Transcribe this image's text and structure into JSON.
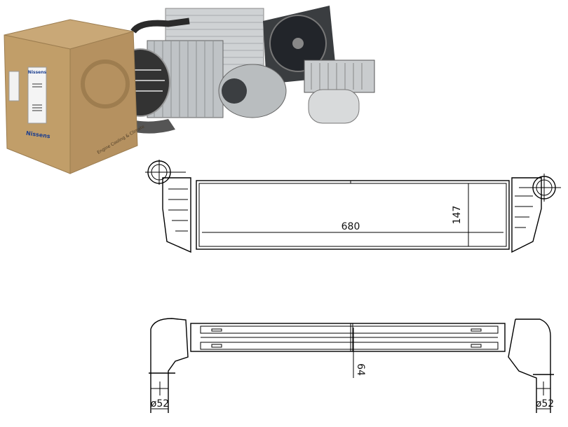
{
  "photo": {
    "box_brand": "Nissens",
    "box_tagline": "Engine Cooling & Climate"
  },
  "drawing": {
    "front_view": {
      "length_label": "680",
      "height_label": "147"
    },
    "top_view": {
      "depth_label": "64",
      "left_pipe_label": "ø52",
      "right_pipe_label": "ø52"
    }
  }
}
